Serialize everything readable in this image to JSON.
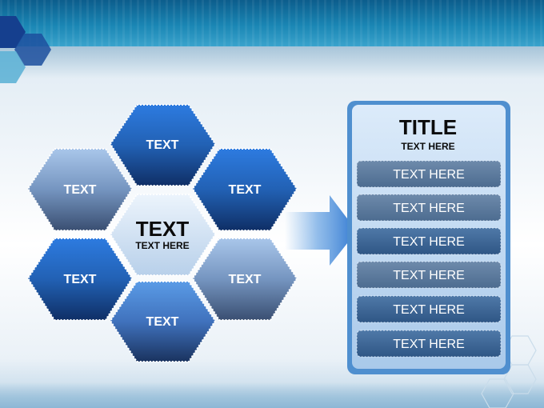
{
  "hexagons": [
    {
      "label": "TEXT"
    },
    {
      "label": "TEXT"
    },
    {
      "label": "TEXT"
    },
    {
      "label": "TEXT"
    },
    {
      "label": "TEXT"
    },
    {
      "label": "TEXT"
    }
  ],
  "center": {
    "title": "TEXT",
    "subtitle": "TEXT HERE"
  },
  "panel": {
    "title": "TITLE",
    "subtitle": "TEXT HERE",
    "items": [
      "TEXT HERE",
      "TEXT HERE",
      "TEXT HERE",
      "TEXT HERE",
      "TEXT HERE",
      "TEXT HERE"
    ]
  },
  "colors": {
    "band": "#0c5d8c",
    "hex_dark": "#1f5fae",
    "hex_light": "#7f9fc8",
    "center_fill": "#cfe0f3",
    "panel_border": "#4f8fcf",
    "item_fill": "#59789a"
  }
}
